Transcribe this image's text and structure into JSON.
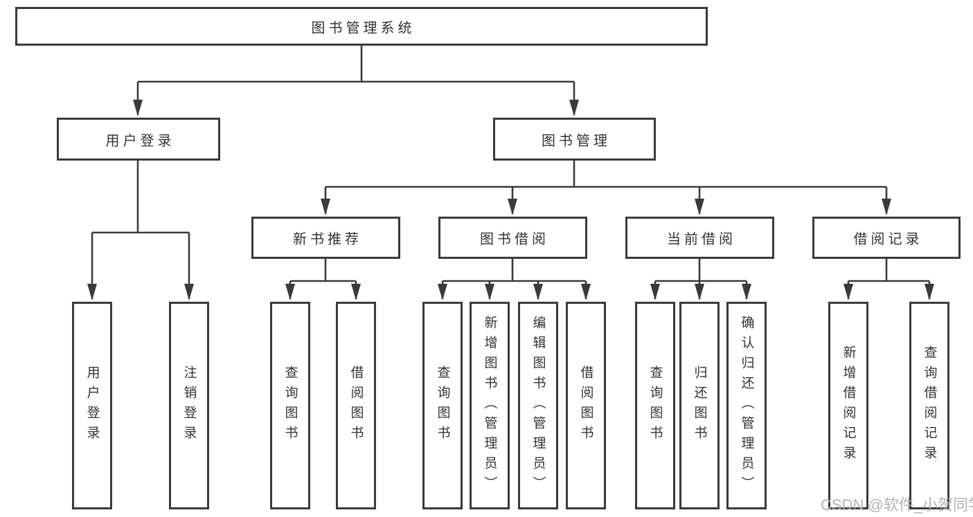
{
  "diagram": {
    "title_node": {
      "label": "图书管理系统"
    },
    "level1": [
      {
        "label": "用户登录"
      },
      {
        "label": "图书管理"
      }
    ],
    "level2": [
      {
        "label": "新书推荐"
      },
      {
        "label": "图书借阅"
      },
      {
        "label": "当前借阅"
      },
      {
        "label": "借阅记录"
      }
    ],
    "leaves": [
      {
        "label": "用户登录"
      },
      {
        "label": "注销登录"
      },
      {
        "label": "查询图书"
      },
      {
        "label": "借阅图书"
      },
      {
        "label": "查询图书"
      },
      {
        "label": "新增图书（管理员）"
      },
      {
        "label": "编辑图书（管理员）"
      },
      {
        "label": "借阅图书"
      },
      {
        "label": "查询图书"
      },
      {
        "label": "归还图书"
      },
      {
        "label": "确认归还（管理员）"
      },
      {
        "label": "新增借阅记录"
      },
      {
        "label": "查询借阅记录"
      }
    ],
    "colors": {
      "line": "#3a3a3a",
      "text": "#333333",
      "background": "#ffffff",
      "watermark": "#b2b2b2"
    }
  },
  "watermark": {
    "text": "CSDN @软件_小贺同学"
  }
}
